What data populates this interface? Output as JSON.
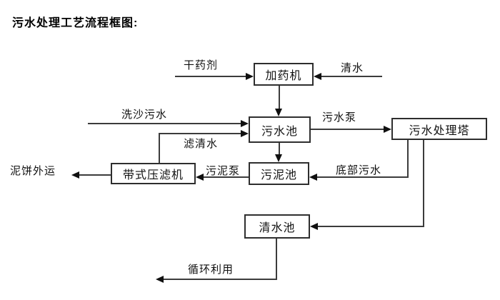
{
  "title": "污水处理工艺流程框图:",
  "colors": {
    "background": "#ffffff",
    "line": "#3c3c3c",
    "text": "#111111",
    "box_border": "#2e2e2e"
  },
  "nodes": {
    "dosing_machine": {
      "label": "加药机"
    },
    "sewage_pool": {
      "label": "污水池"
    },
    "treatment_tower": {
      "label": "污水处理塔"
    },
    "belt_filter_press": {
      "label": "带式压滤机"
    },
    "sludge_pool": {
      "label": "污泥池"
    },
    "clear_water_pool": {
      "label": "清水池"
    }
  },
  "edge_labels": {
    "dry_chemical": "干药剂",
    "clear_water": "清水",
    "sand_washing_sewage": "洗沙污水",
    "filtered_water": "滤清水",
    "sewage_pump": "污水泵",
    "sludge_pump": "污泥泵",
    "bottom_sewage": "底部污水",
    "mud_cake_out": "泥饼外运",
    "recycle": "循环利用"
  },
  "edges": [
    {
      "label": "干药剂",
      "from": "external",
      "to": "加药机"
    },
    {
      "label": "清水",
      "from": "external",
      "to": "加药机"
    },
    {
      "label": "",
      "from": "加药机",
      "to": "污水池"
    },
    {
      "label": "洗沙污水",
      "from": "external",
      "to": "污水池"
    },
    {
      "label": "滤清水",
      "from": "带式压滤机",
      "to": "污水池"
    },
    {
      "label": "污水泵",
      "from": "污水池",
      "to": "污水处理塔"
    },
    {
      "label": "",
      "from": "污水池",
      "to": "污泥池"
    },
    {
      "label": "底部污水",
      "from": "污水处理塔",
      "to": "污泥池"
    },
    {
      "label": "",
      "from": "污水处理塔",
      "to": "清水池"
    },
    {
      "label": "污泥泵",
      "from": "污泥池",
      "to": "带式压滤机"
    },
    {
      "label": "泥饼外运",
      "from": "带式压滤机",
      "to": "external"
    },
    {
      "label": "循环利用",
      "from": "清水池",
      "to": "external"
    }
  ]
}
